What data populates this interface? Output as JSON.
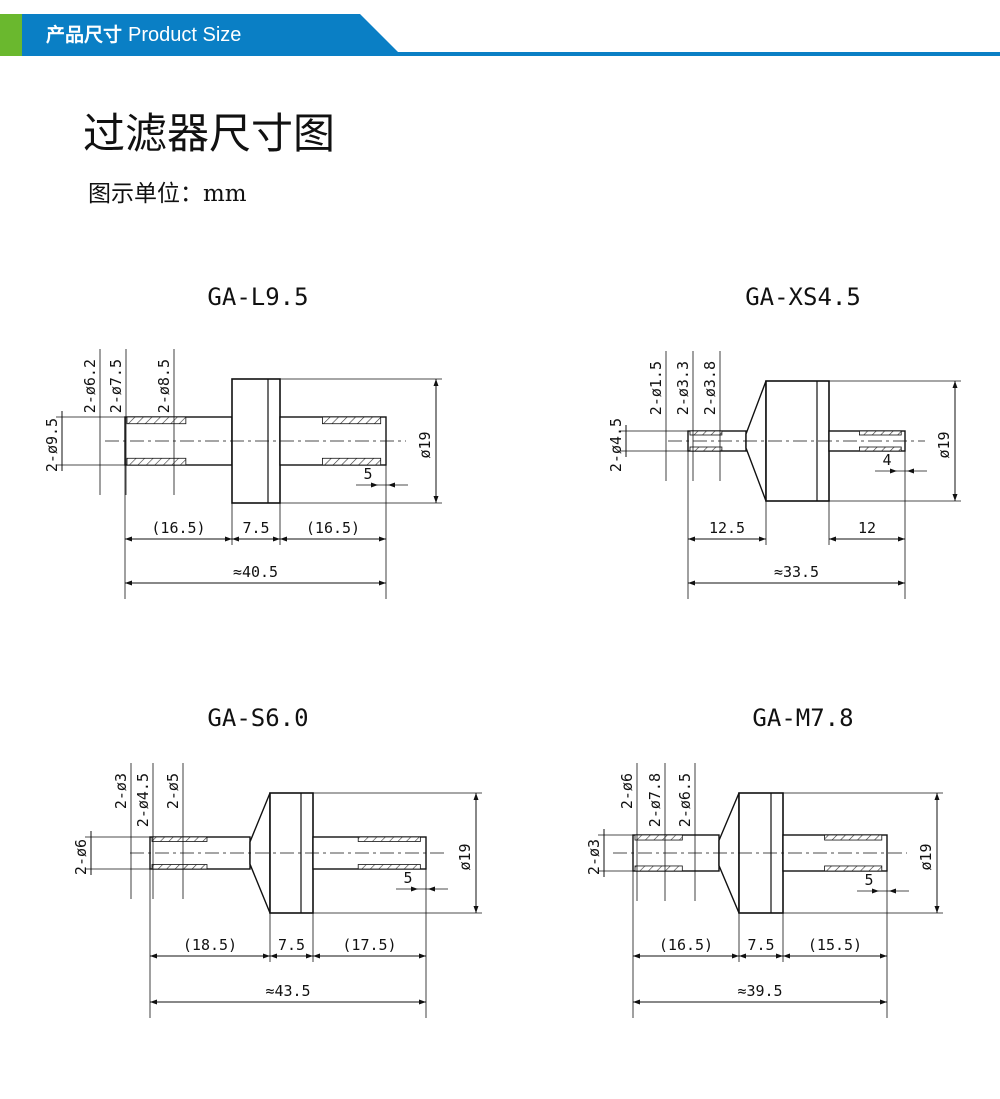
{
  "header": {
    "title_cn": "产品尺寸",
    "title_en": "Product Size",
    "accent": "#0a7fc5",
    "green": "#6ab82e"
  },
  "page": {
    "title": "过滤器尺寸图",
    "unit": "图示单位：mm"
  },
  "drawings": [
    {
      "model": "GA-L9.5",
      "diameters": [
        "2-ø6.2",
        "2-ø7.5",
        "2-ø8.5"
      ],
      "side_diameter": "2-ø9.5",
      "flange": "ø19",
      "barb": "5",
      "lengths": [
        "(16.5)",
        "7.5",
        "(16.5)"
      ],
      "total": "≈40.5"
    },
    {
      "model": "GA-XS4.5",
      "diameters": [
        "2-ø1.5",
        "2-ø3.3",
        "2-ø3.8"
      ],
      "side_diameter": "2-ø4.5",
      "flange": "ø19",
      "barb": "4",
      "lengths": [
        "12.5",
        "12"
      ],
      "total": "≈33.5"
    },
    {
      "model": "GA-S6.0",
      "diameters": [
        "2-ø3",
        "2-ø4.5",
        "2-ø5"
      ],
      "side_diameter": "2-ø6",
      "flange": "ø19",
      "barb": "5",
      "lengths": [
        "(18.5)",
        "7.5",
        "(17.5)"
      ],
      "total": "≈43.5"
    },
    {
      "model": "GA-M7.8",
      "diameters": [
        "2-ø6",
        "2-ø7.8",
        "2-ø6.5"
      ],
      "side_diameter": "2-ø3",
      "flange": "ø19",
      "barb": "5",
      "lengths": [
        "(16.5)",
        "7.5",
        "(15.5)"
      ],
      "total": "≈39.5"
    }
  ]
}
